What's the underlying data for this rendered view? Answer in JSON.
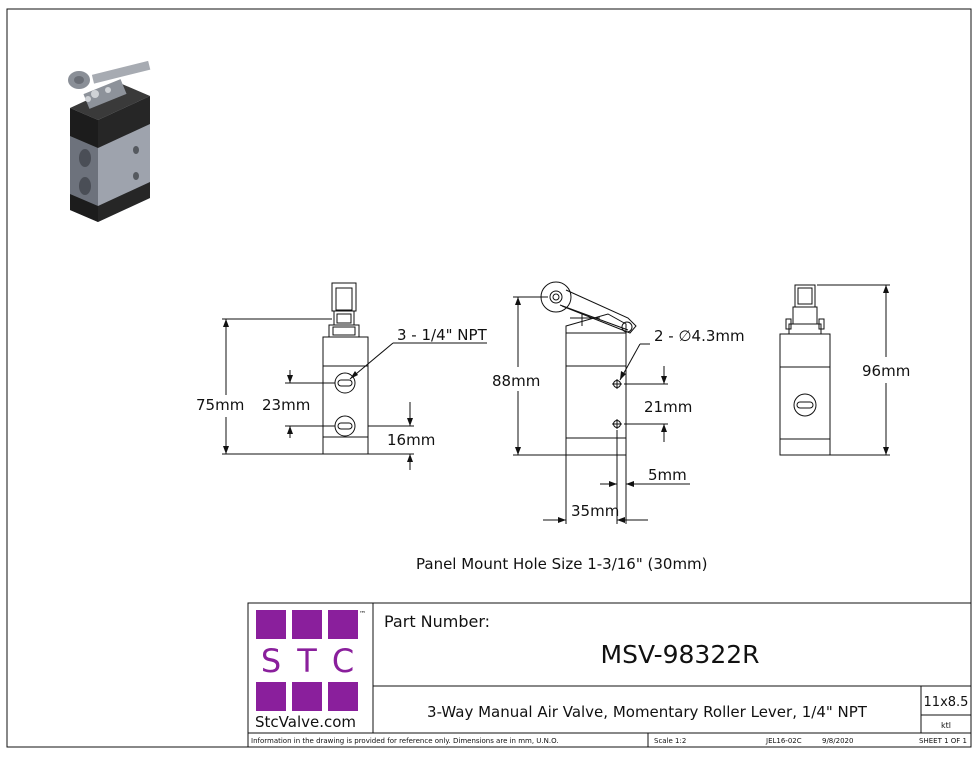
{
  "dimensions": {
    "front_height": "75mm",
    "port_spacing": "23mm",
    "port_bottom": "16mm",
    "port_thread": "3 - 1/4\" NPT",
    "side_height": "88mm",
    "mount_holes": "2 - ∅4.3mm",
    "hole_spacing": "21mm",
    "hole_offset": "5mm",
    "body_width": "35mm",
    "rear_height": "96mm"
  },
  "panel_note": "Panel Mount Hole Size 1-3/16\" (30mm)",
  "title_block": {
    "logo_letters": [
      "S",
      "T",
      "C"
    ],
    "logo_tm": "™",
    "logo_site": "StcValve.com",
    "part_number_label": "Part Number:",
    "part_number": "MSV-98322R",
    "description": "3-Way Manual Air Valve, Momentary Roller Lever, 1/4\" NPT",
    "paper_size": "11x8.5",
    "drawn_by": "ktl",
    "disclaimer": "Information in the drawing is provided for reference only. Dimensions are in mm, U.N.O.",
    "scale": "Scale   1:2",
    "drawing_no": "JEL16-02C",
    "date": "9/8/2020",
    "sheet": "SHEET 1 OF 1"
  },
  "colors": {
    "logo_purple": "#8a1f9c",
    "line": "#111111",
    "body_gray": "#8a8f9a",
    "body_dark": "#1c1c1c"
  }
}
